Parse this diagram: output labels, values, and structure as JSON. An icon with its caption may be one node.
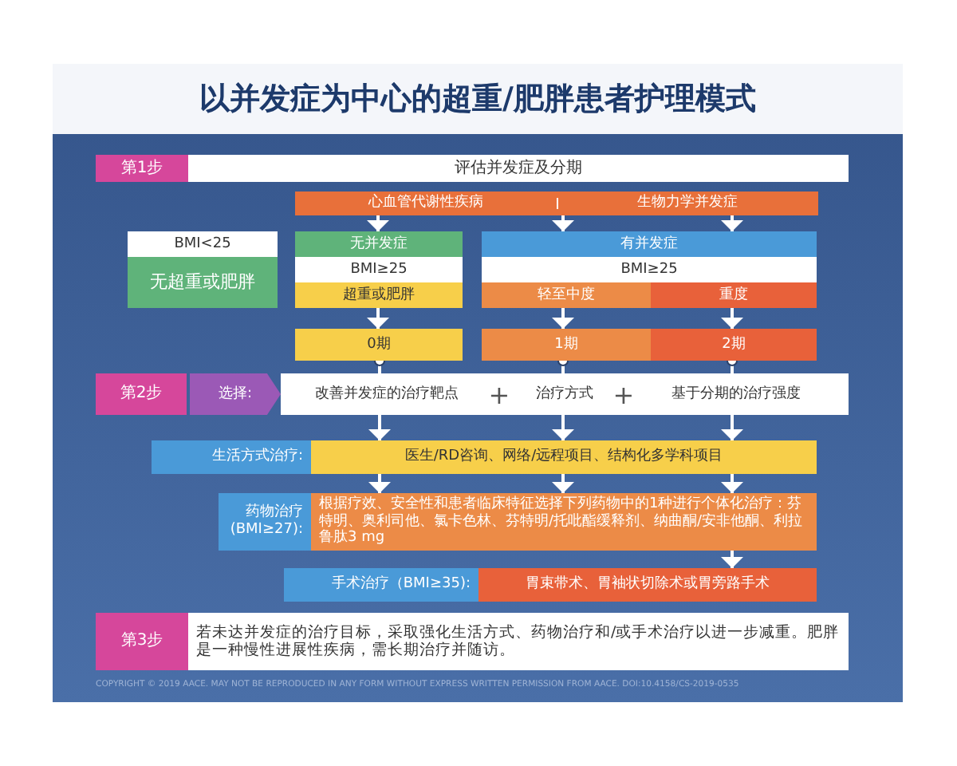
{
  "diagram": {
    "title": "以并发症为中心的超重/肥胖患者护理模式",
    "nodes": [
      {
        "text": [
          "第1步"
        ]
      },
      {
        "text": [
          "评估并发症及分期"
        ]
      },
      {
        "text": [
          "心血管代谢性疾病",
          "生物力学并发症"
        ]
      },
      {
        "text": [
          "BMI<25",
          "无超重或肥胖"
        ]
      },
      {
        "text": [
          "无并发症",
          "BMI≥25",
          "超重或肥胖"
        ]
      },
      {
        "text": [
          "有并发症",
          "BMI≥25"
        ]
      },
      {
        "text": [
          "轻至中度"
        ],
        "in": 5
      },
      {
        "text": [
          "重度"
        ],
        "in": 5
      },
      {
        "text": [
          "0期"
        ]
      },
      {
        "text": [
          "1期"
        ]
      },
      {
        "text": [
          "2期"
        ]
      },
      {
        "text": [
          "第2步"
        ]
      },
      {
        "text": [
          "选择:"
        ]
      },
      {
        "text": [],
        "shape": "bar"
      },
      {
        "text": [
          "改善并发症的治疗靶点"
        ],
        "in": 13
      },
      {
        "text": [
          "治疗方式"
        ],
        "in": 13
      },
      {
        "text": [
          "基于分期的治疗强度"
        ],
        "in": 13
      },
      {
        "text": [
          "生活方式治疗:"
        ]
      },
      {
        "text": [
          "医生/RD咨询、网络/远程项目、结构化多学科项目"
        ]
      },
      {
        "text": [
          "药物治疗 (BMI≥27):"
        ]
      },
      {
        "text": [
          "根据疗效、安全性和患者临床特征选择下列药物中的1种进行个体化治疗：芬特明、奥利司他、氯卡色林、芬特明/托吡酯缓释剂、纳曲酮/安非他酮、利拉鲁肽3 mg"
        ]
      },
      {
        "text": [
          "手术治疗（BMI≥35):"
        ]
      },
      {
        "text": [
          "胃束带术、胃袖状切除术或胃旁路手术"
        ]
      },
      {
        "text": [
          "第3步"
        ]
      },
      {
        "text": [
          "若未达并发症的治疗目标，采取强化生活方式、药物治疗和/或手术治疗以进一步减重。肥胖是一种慢性进展性疾病，需长期治疗并随访。"
        ]
      }
    ],
    "edges": [
      {
        "from": 2,
        "to": 4,
        "arrow": "to"
      },
      {
        "from": 2,
        "to": 5,
        "arrow": "to"
      },
      {
        "from": 2,
        "to": 5,
        "arrow": "to"
      },
      {
        "from": 4,
        "to": 8,
        "arrow": "to"
      },
      {
        "from": 6,
        "to": 9,
        "arrow": "to"
      },
      {
        "from": 7,
        "to": 10,
        "arrow": "to"
      },
      {
        "from": 8,
        "to": 14,
        "arrow": "other"
      },
      {
        "from": 9,
        "to": 15,
        "arrow": "other"
      },
      {
        "from": 10,
        "to": 16,
        "arrow": "other"
      },
      {
        "from": 14,
        "to": 18,
        "arrow": "to"
      },
      {
        "from": 15,
        "to": 18,
        "arrow": "to"
      },
      {
        "from": 16,
        "to": 18,
        "arrow": "to"
      },
      {
        "from": 18,
        "to": 20,
        "arrow": "to"
      },
      {
        "from": 18,
        "to": 20,
        "arrow": "to"
      },
      {
        "from": 18,
        "to": 20,
        "arrow": "to"
      },
      {
        "from": 20,
        "to": 22,
        "arrow": "to"
      }
    ],
    "labels": [
      "+",
      "+",
      "COPYRIGHT © 2019 AACE. MAY NOT BE REPRODUCED IN ANY FORM WITHOUT EXPRESS WRITTEN PERMISSION FROM AACE. DOI:10.4158/CS-2019-0535"
    ]
  }
}
